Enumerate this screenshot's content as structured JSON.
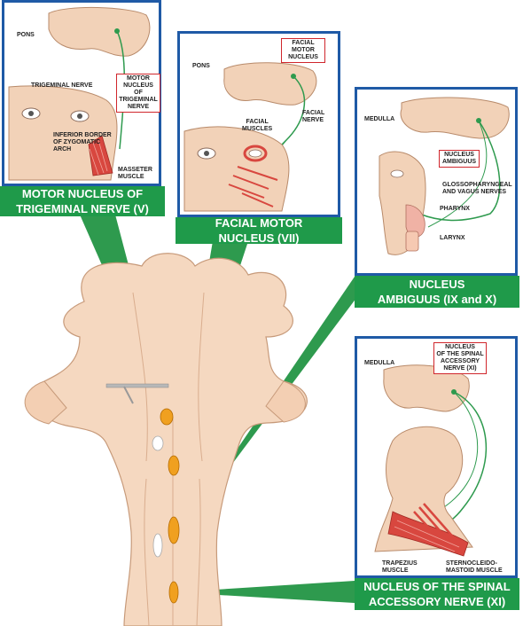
{
  "panels": {
    "trigeminal": {
      "banner_line1": "MOTOR NUCLEUS OF",
      "banner_line2": "TRIGEMINAL NERVE (V)",
      "pons": "PONS",
      "motor_nucleus_l1": "MOTOR",
      "motor_nucleus_l2": "NUCLEUS",
      "motor_nucleus_l3": "OF",
      "motor_nucleus_l4": "TRIGEMINAL",
      "motor_nucleus_l5": "NERVE",
      "trigeminal_nerve": "TRIGEMINAL NERVE",
      "zygomatic_l1": "INFERIOR BORDER",
      "zygomatic_l2": "OF ZYGOMATIC",
      "zygomatic_l3": "ARCH",
      "masseter_l1": "MASSETER",
      "masseter_l2": "MUSCLE"
    },
    "facial": {
      "banner_line1": "FACIAL MOTOR",
      "banner_line2": "NUCLEUS (VII)",
      "pons": "PONS",
      "nucleus_l1": "FACIAL",
      "nucleus_l2": "MOTOR",
      "nucleus_l3": "NUCLEUS",
      "facial_nerve_l1": "FACIAL",
      "facial_nerve_l2": "NERVE",
      "muscles_l1": "FACIAL",
      "muscles_l2": "MUSCLES"
    },
    "ambiguus": {
      "banner_line1": "NUCLEUS",
      "banner_line2": "AMBIGUUS (IX and X)",
      "medulla": "MEDULLA",
      "nucleus_l1": "NUCLEUS",
      "nucleus_l2": "AMBIGUUS",
      "nerves_l1": "GLOSSOPHARYNGEAL",
      "nerves_l2": "AND VAGUS NERVES",
      "pharynx": "PHARYNX",
      "larynx": "LARYNX"
    },
    "accessory": {
      "banner_line1": "NUCLEUS OF THE SPINAL",
      "banner_line2": "ACCESSORY NERVE (XI)",
      "medulla": "MEDULLA",
      "nucleus_l1": "NUCLEUS",
      "nucleus_l2": "OF THE SPINAL",
      "nucleus_l3": "ACCESSORY",
      "nucleus_l4": "NERVE (XI)",
      "trapezius_l1": "TRAPEZIUS",
      "trapezius_l2": "MUSCLE",
      "scm_l1": "STERNOCLEIDO-",
      "scm_l2": "MASTOID MUSCLE"
    }
  },
  "colors": {
    "panel_border": "#1f5aa6",
    "banner_green": "#1f9a4a",
    "nerve_green": "#2e9a4e",
    "tissue": "#f2d2b8",
    "muscle_red": "#d8473f",
    "nucleus_orange": "#f0a020",
    "label_box_red": "#d0262c"
  }
}
